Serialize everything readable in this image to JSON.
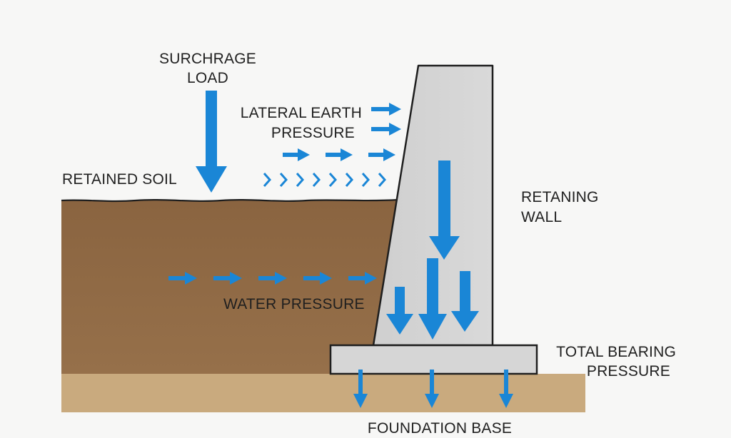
{
  "labels": {
    "surcharge_line1": "SURCHRAGE",
    "surcharge_line2": "LOAD",
    "lateral_line1": "LATERAL EARTH",
    "lateral_line2": "PRESSURE",
    "retained_soil": "RETAINED SOIL",
    "retaining_wall_line1": "RETANING",
    "retaining_wall_line2": "WALL",
    "water_pressure": "WATER PRESSURE",
    "bearing_line1": "TOTAL BEARING",
    "bearing_line2": "PRESSURE",
    "foundation_base": "FOUNDATION BASE"
  },
  "colors": {
    "arrow": "#1a86d6",
    "soil": "#8f6a44",
    "foundation_soil": "#c8a97c",
    "concrete": "#d3d3d3",
    "outline": "#1e1e1e",
    "background": "#f7f7f6"
  }
}
